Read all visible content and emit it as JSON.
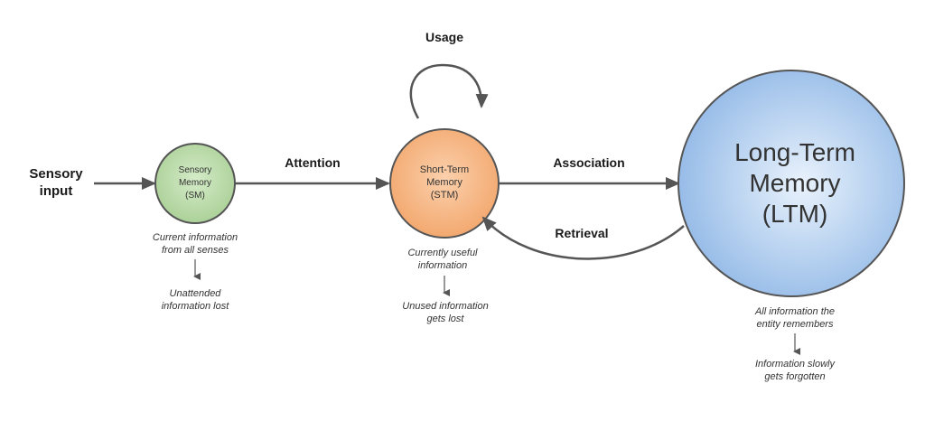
{
  "colors": {
    "sm_fill": "#b8d9a6",
    "stm_fill": "#f5b27c",
    "ltm_fill": "#9dc1ea",
    "stroke": "#555555"
  },
  "input": {
    "line1": "Sensory",
    "line2": "input"
  },
  "edges": {
    "attention": "Attention",
    "usage": "Usage",
    "association": "Association",
    "retrieval": "Retrieval"
  },
  "sm": {
    "title1": "Sensory",
    "title2": "Memory",
    "abbr": "(SM)",
    "desc1": "Current information",
    "desc2": "from all senses",
    "lost1": "Unattended",
    "lost2": "information lost"
  },
  "stm": {
    "title1": "Short-Term",
    "title2": "Memory",
    "abbr": "(STM)",
    "desc1": "Currently useful",
    "desc2": "information",
    "lost1": "Unused information",
    "lost2": "gets lost"
  },
  "ltm": {
    "title1": "Long-Term",
    "title2": "Memory",
    "abbr": "(LTM)",
    "desc1": "All information the",
    "desc2": "entity remembers",
    "lost1": "Information slowly",
    "lost2": "gets forgotten"
  }
}
